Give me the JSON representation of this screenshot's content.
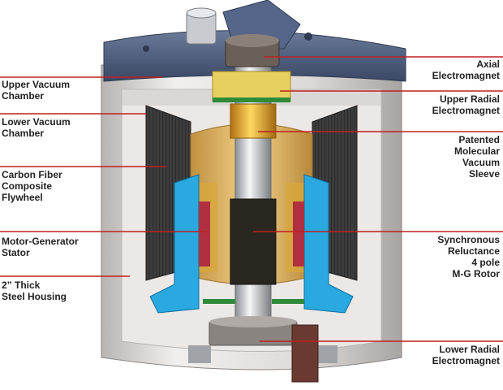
{
  "labels": {
    "upper_vacuum_chamber": "Upper Vacuum\nChamber",
    "lower_vacuum_chamber": "Lower Vacuum\nChamber",
    "carbon_fiber_flywheel": "Carbon Fiber\nComposite\nFlywheel",
    "motor_generator_stator": "Motor-Generator\nStator",
    "steel_housing": "2” Thick\nSteel Housing",
    "axial_electromagnet": "Axial\nElectromagnet",
    "upper_radial_electromagnet": "Upper Radial\nElectromagnet",
    "molecular_vacuum_sleeve": "Patented\nMolecular\nVacuum\nSleeve",
    "mg_rotor": "Synchronous\nReluctance\n4 pole\nM-G Rotor",
    "lower_radial_electromagnet": "Lower Radial\nElectromagnet"
  },
  "colors": {
    "leader_line": "#c0201e",
    "label_text": "#222222",
    "housing": "#d8d4d2",
    "lid": "#4a5a78",
    "flywheel": "#3a3a3a",
    "hub": "#e8c070",
    "stator": "#2aa8e0",
    "coil": "#b03040",
    "shaft": "#d0d4d8",
    "bearing_gold": "#e0a020",
    "rotor_dark": "#2a2620"
  }
}
